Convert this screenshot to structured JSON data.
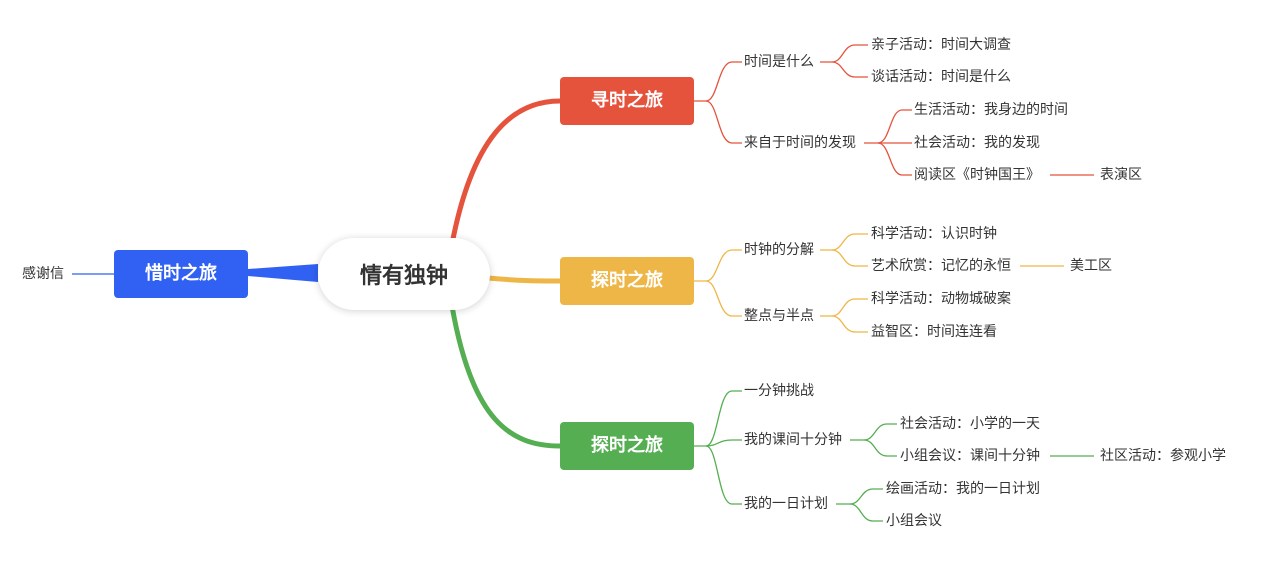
{
  "colors": {
    "red": "#e5533c",
    "yellow": "#eeb646",
    "green": "#55ae51",
    "blue": "#3061f2"
  },
  "central": "情有独钟",
  "left": {
    "label": "惜时之旅",
    "child": "感谢信"
  },
  "branches": [
    {
      "label": "寻时之旅",
      "subs": [
        {
          "label": "时间是什么",
          "leaves": [
            {
              "label": "亲子活动：时间大调查"
            },
            {
              "label": "谈话活动：时间是什么"
            }
          ]
        },
        {
          "label": "来自于时间的发现",
          "leaves": [
            {
              "label": "生活活动：我身边的时间"
            },
            {
              "label": "社会活动：我的发现"
            },
            {
              "label": "阅读区《时钟国王》",
              "extra": "表演区"
            }
          ]
        }
      ]
    },
    {
      "label": "探时之旅",
      "subs": [
        {
          "label": "时钟的分解",
          "leaves": [
            {
              "label": "科学活动：认识时钟"
            },
            {
              "label": "艺术欣赏：记忆的永恒",
              "extra": "美工区"
            }
          ]
        },
        {
          "label": "整点与半点",
          "leaves": [
            {
              "label": "科学活动：动物城破案"
            },
            {
              "label": "益智区：时间连连看"
            }
          ]
        }
      ]
    },
    {
      "label": "探时之旅",
      "subs": [
        {
          "label": "一分钟挑战",
          "leaves": []
        },
        {
          "label": "我的课间十分钟",
          "leaves": [
            {
              "label": "社会活动：小学的一天"
            },
            {
              "label": "小组会议：课间十分钟",
              "extra": "社区活动：参观小学"
            }
          ]
        },
        {
          "label": "我的一日计划",
          "leaves": [
            {
              "label": "绘画活动：我的一日计划"
            },
            {
              "label": "小组会议"
            }
          ]
        }
      ]
    }
  ]
}
